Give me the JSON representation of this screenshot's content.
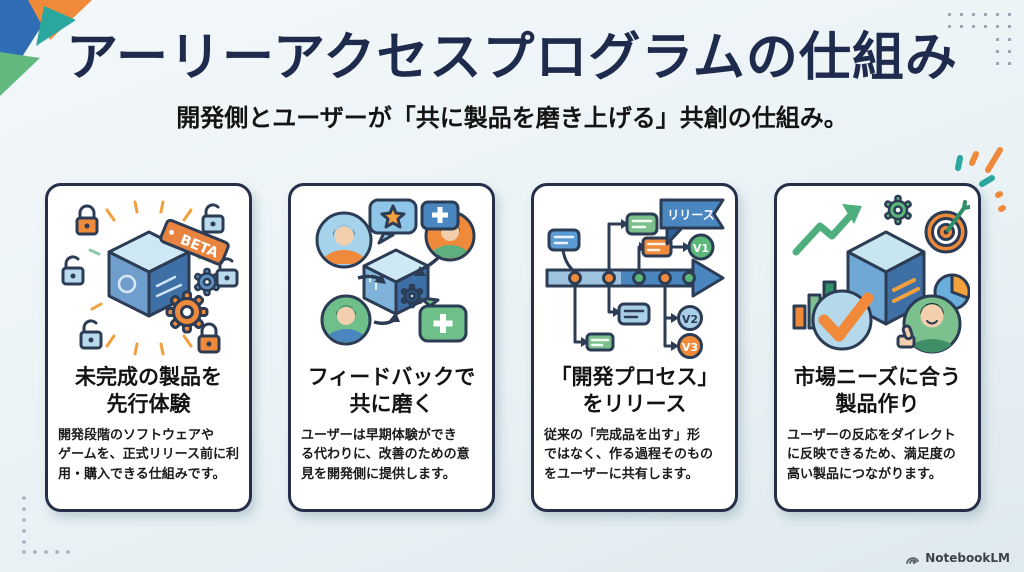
{
  "header": {
    "title": "アーリーアクセスプログラムの仕組み",
    "subtitle": "開発側とユーザーが「共に製品を磨き上げる」共創の仕組み。",
    "title_color": "#1e2b4d",
    "subtitle_color": "#141414"
  },
  "cards": [
    {
      "title_lines": [
        "未完成の製品を",
        "先行体験"
      ],
      "body": "開発段階のソフトウェアや\nゲームを、正式リリース前に利\n用・購入できる仕組みです。",
      "icon": "beta-product-locks-icon",
      "icon_labels": {
        "beta": "BETA"
      }
    },
    {
      "title_lines": [
        "フィードバックで",
        "共に磨く"
      ],
      "body": "ユーザーは早期体験ができ\nる代わりに、改善のための意\n見を開発側に提供します。",
      "icon": "user-feedback-loop-icon",
      "icon_labels": {}
    },
    {
      "title_lines": [
        "「開発プロセス」",
        "をリリース"
      ],
      "body": "従来の「完成品を出す」形\nではなく、作る過程そのもの\nをユーザーに共有します。",
      "icon": "release-timeline-icon",
      "icon_labels": {
        "banner": "リリース",
        "v1": "V1",
        "v2": "V2",
        "v3": "V3"
      }
    },
    {
      "title_lines": [
        "市場ニーズに合う",
        "製品作り"
      ],
      "body": "ユーザーの反応をダイレクト\nに反映できるため、満足度の\n高い製品につながります。",
      "icon": "market-fit-product-icon",
      "icon_labels": {}
    }
  ],
  "footer": {
    "brand": "NotebookLM"
  },
  "colors": {
    "background": "#eaf2f5",
    "navy": "#1e2b4d",
    "card_border": "#262f47",
    "orange": "#ef8a3a",
    "green": "#5cb87a",
    "teal": "#2aa79e",
    "blue": "#4a86c0",
    "light_blue": "#a9cfe8"
  },
  "decorations": [
    "corner-triangles",
    "dot-grid-top-right",
    "dot-grid-bottom-left",
    "sparkle-burst"
  ]
}
